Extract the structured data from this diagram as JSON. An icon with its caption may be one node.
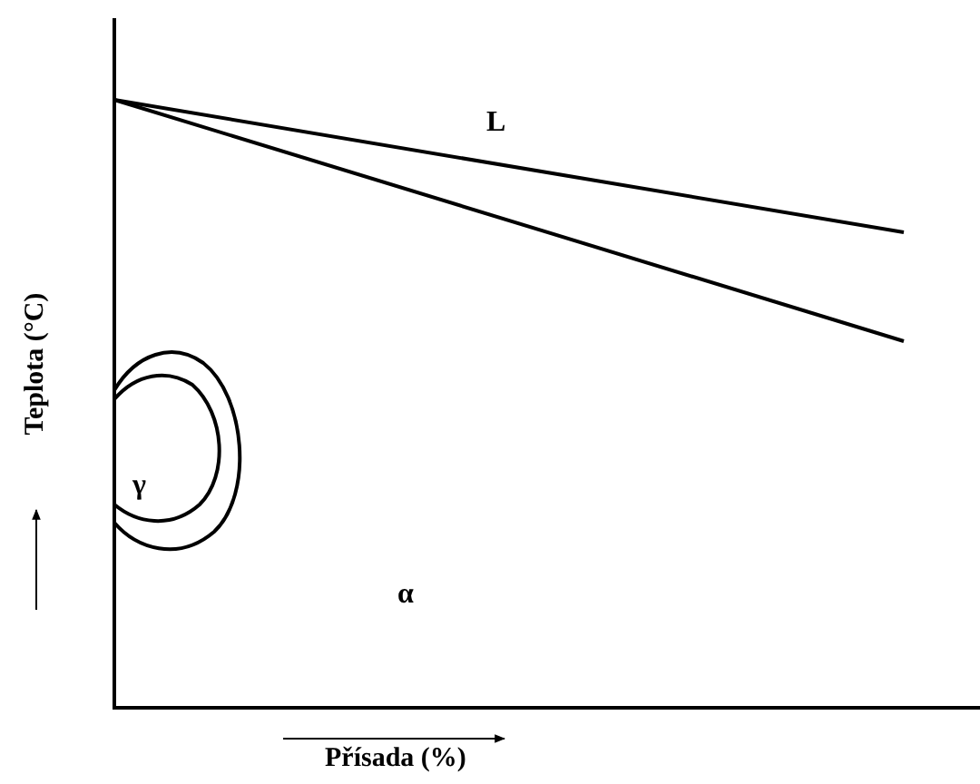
{
  "diagram": {
    "labels": [
      "L",
      "γ",
      "α",
      "Teplota (°C)",
      "Přísada (%)"
    ]
  }
}
